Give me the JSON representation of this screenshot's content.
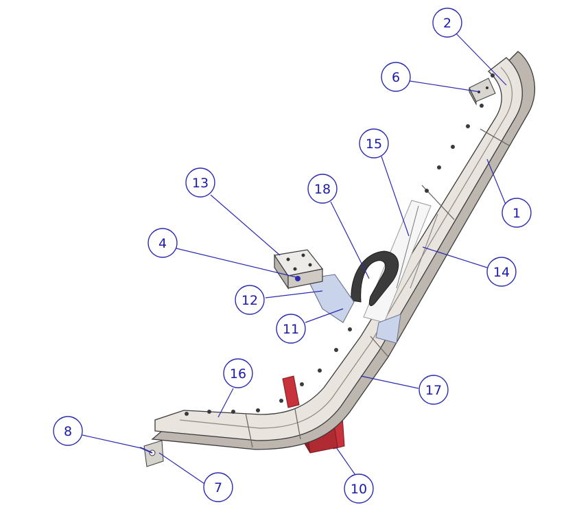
{
  "callouts": [
    {
      "id": "c1",
      "label": "1"
    },
    {
      "id": "c2",
      "label": "2"
    },
    {
      "id": "c4",
      "label": "4"
    },
    {
      "id": "c6",
      "label": "6"
    },
    {
      "id": "c7",
      "label": "7"
    },
    {
      "id": "c8",
      "label": "8"
    },
    {
      "id": "c10",
      "label": "10"
    },
    {
      "id": "c11",
      "label": "11"
    },
    {
      "id": "c12",
      "label": "12"
    },
    {
      "id": "c13",
      "label": "13"
    },
    {
      "id": "c14",
      "label": "14"
    },
    {
      "id": "c15",
      "label": "15"
    },
    {
      "id": "c16",
      "label": "16"
    },
    {
      "id": "c17",
      "label": "17"
    },
    {
      "id": "c18",
      "label": "18"
    }
  ],
  "colors": {
    "rail_face": "#e9e4de",
    "rail_shadow": "#bdb7b0",
    "bracket_red": "#c8323a",
    "clamp_dark": "#3b3b3b",
    "plate_blue": "#c9d4ea",
    "callout_blue": "#1a1aa8"
  }
}
